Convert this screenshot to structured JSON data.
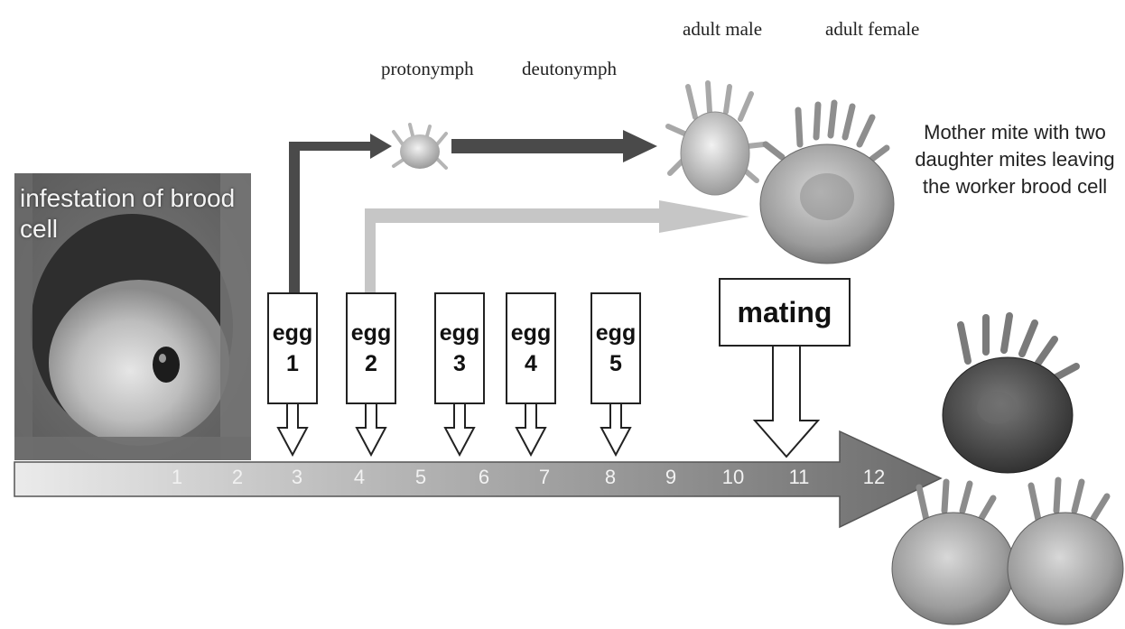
{
  "labels": {
    "protonymph": "protonymph",
    "deutonymph": "deutonymph",
    "adult_male": "adult male",
    "adult_female": "adult female",
    "mating": "mating",
    "photo": "infestation of brood cell",
    "caption": "Mother mite with two daughter mites leaving the worker brood cell"
  },
  "eggs": [
    {
      "word": "egg",
      "num": "1"
    },
    {
      "word": "egg",
      "num": "2"
    },
    {
      "word": "egg",
      "num": "3"
    },
    {
      "word": "egg",
      "num": "4"
    },
    {
      "word": "egg",
      "num": "5"
    }
  ],
  "timeline": {
    "ticks": [
      "1",
      "2",
      "3",
      "4",
      "5",
      "6",
      "7",
      "8",
      "9",
      "10",
      "11",
      "12"
    ]
  },
  "colors": {
    "male_arrow": "#4a4a4a",
    "female_arrow": "#c4c4c4",
    "timeline_start": "#e8e8e8",
    "timeline_end": "#6a6a6a"
  }
}
